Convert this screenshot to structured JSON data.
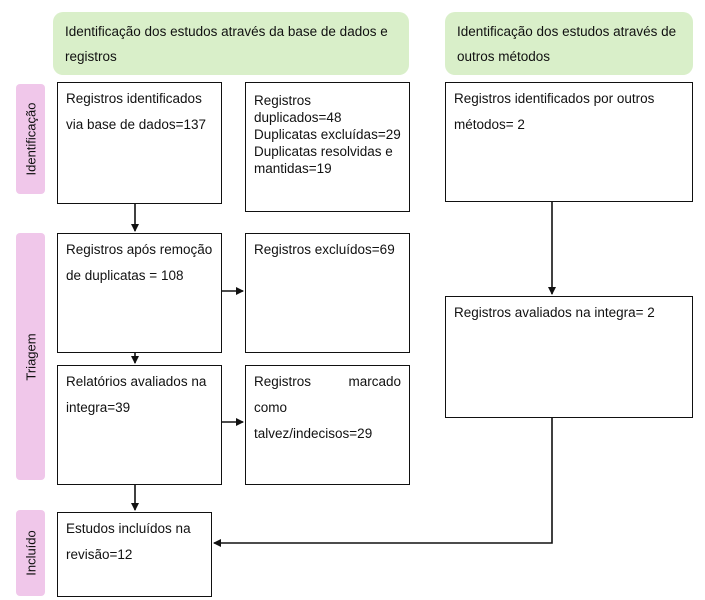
{
  "headers": {
    "database": "Identificação dos estudos através da base de dados e registros",
    "other": "Identificação dos estudos através de outros métodos"
  },
  "phases": {
    "identification": "Identificação",
    "screening": "Triagem",
    "included": "Incluído"
  },
  "boxes": {
    "identified_db": "Registros identificados via base de dados=137",
    "duplicates": [
      "Registros duplicados=48",
      "Duplicatas excluídas=29",
      "Duplicatas resolvidas e mantidas=19"
    ],
    "after_dedup": "Registros após remoção de duplicatas = 108",
    "excluded": "Registros excluídos=69",
    "full_text": "Relatórios avaliados na integra=39",
    "maybe": [
      "Registros",
      "marcado",
      "como",
      "talvez/indecisos=29"
    ],
    "identified_other": "Registros identificados por outros métodos= 2",
    "assessed_other": "Registros avaliados na integra= 2",
    "included": "Estudos incluídos na revisão=12"
  },
  "colors": {
    "header_fill": "#d9efc9",
    "phase_fill": "#f0c7ea",
    "stroke": "#111111"
  }
}
